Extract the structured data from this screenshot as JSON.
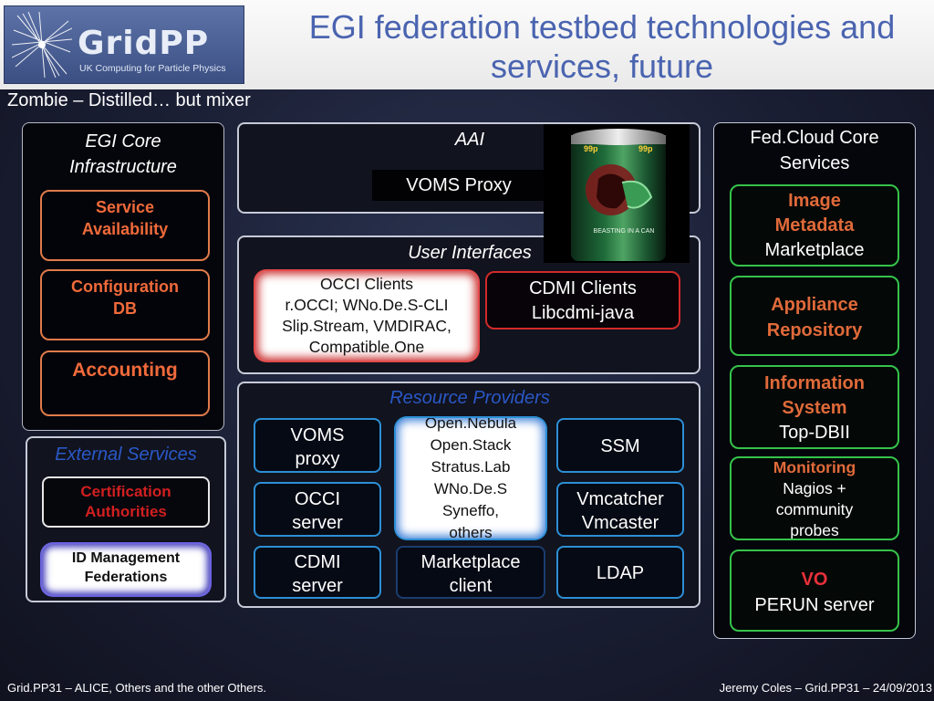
{
  "header": {
    "logo_word": "GridPP",
    "logo_tagline": "UK Computing for Particle Physics",
    "title_line1": "EGI federation testbed technologies and",
    "title_line2": "services, future"
  },
  "subtitle": "Zombie – Distilled… but mixer",
  "egi_core": {
    "title_line1": "EGI Core",
    "title_line2": "Infrastructure",
    "items": [
      {
        "line1": "Service",
        "line2": "Availability"
      },
      {
        "line1": "Configuration",
        "line2": "DB"
      },
      {
        "line1": "Accounting",
        "line2": ""
      }
    ]
  },
  "external": {
    "title": "External Services",
    "cert_line1": "Certification",
    "cert_line2": "Authorities",
    "idm_line1": "ID Management",
    "idm_line2": "Federations"
  },
  "aai": {
    "title": "AAI",
    "voms_proxy": "VOMS Proxy"
  },
  "user_interfaces": {
    "title": "User Interfaces",
    "occi_lines": [
      "OCCI Clients",
      "r.OCCI; WNo.De.S-CLI",
      "Slip.Stream, VMDIRAC,",
      "Compatible.One"
    ],
    "cdmi_line1": "CDMI Clients",
    "cdmi_line2": "Libcdmi-java"
  },
  "resource_providers": {
    "title": "Resource Providers",
    "voms_line1": "VOMS",
    "voms_line2": "proxy",
    "occi_line1": "OCCI",
    "occi_line2": "server",
    "cdmi_line1": "CDMI",
    "cdmi_line2": "server",
    "stack_lines": [
      "Open.Nebula",
      "Open.Stack",
      "Stratus.Lab",
      "WNo.De.S",
      "Syneffo,",
      "others"
    ],
    "mkt_line1": "Marketplace",
    "mkt_line2": "client",
    "ssm": "SSM",
    "vmc_line1": "Vmcatcher",
    "vmc_line2": "Vmcaster",
    "ldap": "LDAP"
  },
  "fedcloud": {
    "title_line1": "Fed.Cloud Core",
    "title_line2": "Services",
    "image_line1": "Image",
    "image_line2": "Metadata",
    "image_line3": "Marketplace",
    "appliance_line1": "Appliance",
    "appliance_line2": "Repository",
    "info_line1": "Information",
    "info_line2": "System",
    "info_line3": "Top-DBII",
    "mon_line1": "Monitoring",
    "mon_lines": [
      "Nagios +",
      "community",
      "probes"
    ],
    "vo_line1": "VO",
    "vo_line2": "PERUN server"
  },
  "can": {
    "top_left": "99p",
    "top_right": "99p",
    "text": "BEASTING IN A CAN"
  },
  "footer": {
    "left": "Grid.PP31 – ALICE, Others and the other Others.",
    "right": "Jeremy Coles – Grid.PP31 – 24/09/2013"
  },
  "colors": {
    "title_blue": "#4a64b0",
    "orange_text": "#f06a3a",
    "green_border": "#35c24a",
    "blue_border": "#2c8fd6",
    "red_border": "#d02a2a"
  }
}
